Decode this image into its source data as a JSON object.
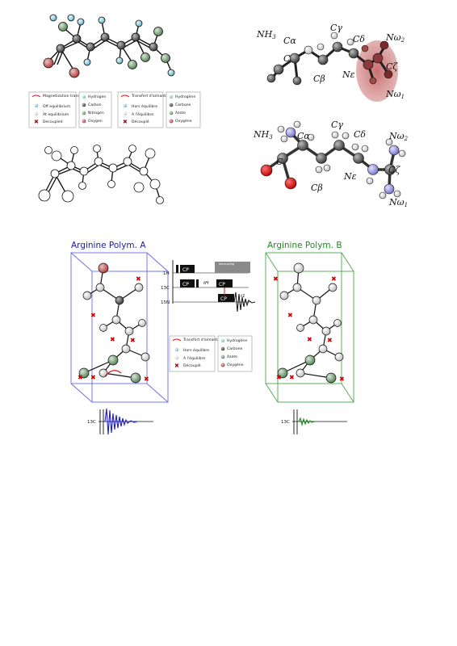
{
  "colors": {
    "hydrogen": "#7fc9dd",
    "carbon": "#555555",
    "nitrogen": "#6f9b6f",
    "oxygen": "#b84a4a",
    "blue_box": "#6a6ae8",
    "green_box": "#4aa84a",
    "title_a": "#1a1aa0",
    "title_b": "#1e8a1e",
    "transfer_arrow": "#dd1111"
  },
  "molecule_labels": {
    "nh3": "NH",
    "nh3_sub": "3",
    "c": "C",
    "c_alpha": "Cα",
    "c_beta": "Cβ",
    "c_gamma": "Cγ",
    "c_delta": "Cδ",
    "n_epsilon": "Nε",
    "c_zeta": "Cζ",
    "n_omega2": "Nω",
    "n_omega2_sub": "2",
    "n_omega1": "Nω",
    "n_omega1_sub": "1"
  },
  "legend_en": {
    "items": [
      "Magnetization transfert",
      "Off equilibrium",
      "At equilibrium",
      "Decoupled"
    ],
    "atoms": [
      "Hydrogen",
      "Carbon",
      "Nitrogen",
      "Oxygen"
    ]
  },
  "legend_fr": {
    "items": [
      "Transfert d'aimantation",
      "Hors équilibre",
      "A l'équilibre",
      "Découplé"
    ],
    "atoms": [
      "Hydrogène",
      "Carbone",
      "Azote",
      "Oxygène"
    ]
  },
  "panel_a": {
    "title": "Arginine Polym. A",
    "fid_label": "13C"
  },
  "panel_b": {
    "title": "Arginine Polym. B",
    "fid_label": "13C"
  },
  "pulse_sequence": {
    "h_label": "1H",
    "c_label": "13C",
    "n_label": "15N",
    "cp": "CP",
    "decoupling": "decoupling",
    "t_h": "tH",
    "t1": "t1"
  }
}
